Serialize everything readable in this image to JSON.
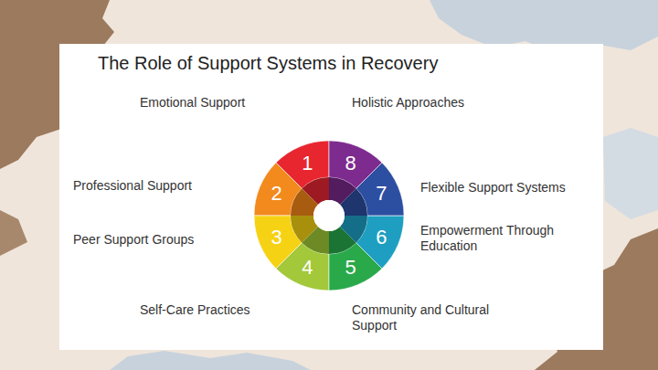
{
  "diagram": {
    "title": "The Role of Support Systems in Recovery",
    "nodes": [
      {
        "text": [
          "1"
        ]
      },
      {
        "text": [
          "2"
        ]
      },
      {
        "text": [
          "3"
        ]
      },
      {
        "text": [
          "4"
        ]
      },
      {
        "text": [
          "5"
        ]
      },
      {
        "text": [
          "6"
        ]
      },
      {
        "text": [
          "7"
        ]
      },
      {
        "text": [
          "8"
        ]
      }
    ],
    "labels": [
      "Emotional Support",
      "Holistic Approaches",
      "Professional Support",
      "Flexible Support Systems",
      "Peer Support Groups",
      "Empowerment Through Education",
      "Self-Care Practices",
      "Community and Cultural Support"
    ]
  }
}
